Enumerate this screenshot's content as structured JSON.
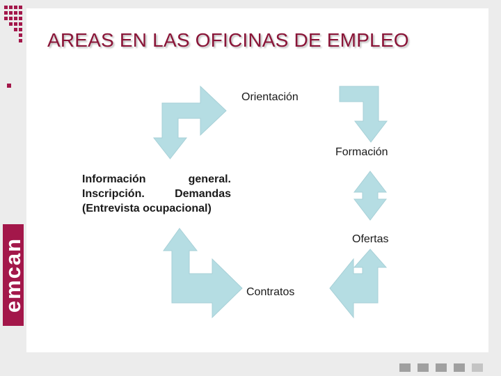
{
  "slide": {
    "title": "AREAS EN LAS OFICINAS DE EMPLEO"
  },
  "diagram": {
    "nodes": {
      "orientacion": "Orientación",
      "formacion": "Formación",
      "ofertas": "Ofertas",
      "contratos": "Contratos",
      "informacion_lines": [
        "Información general.",
        "Inscripción. Demandas",
        "(Entrevista ocupacional)"
      ]
    },
    "arrow_color": "#b5dde3"
  },
  "logo": {
    "text": "emcan",
    "color": "#a3174a"
  },
  "footer": {
    "squares_color": "#a0a0a0"
  }
}
